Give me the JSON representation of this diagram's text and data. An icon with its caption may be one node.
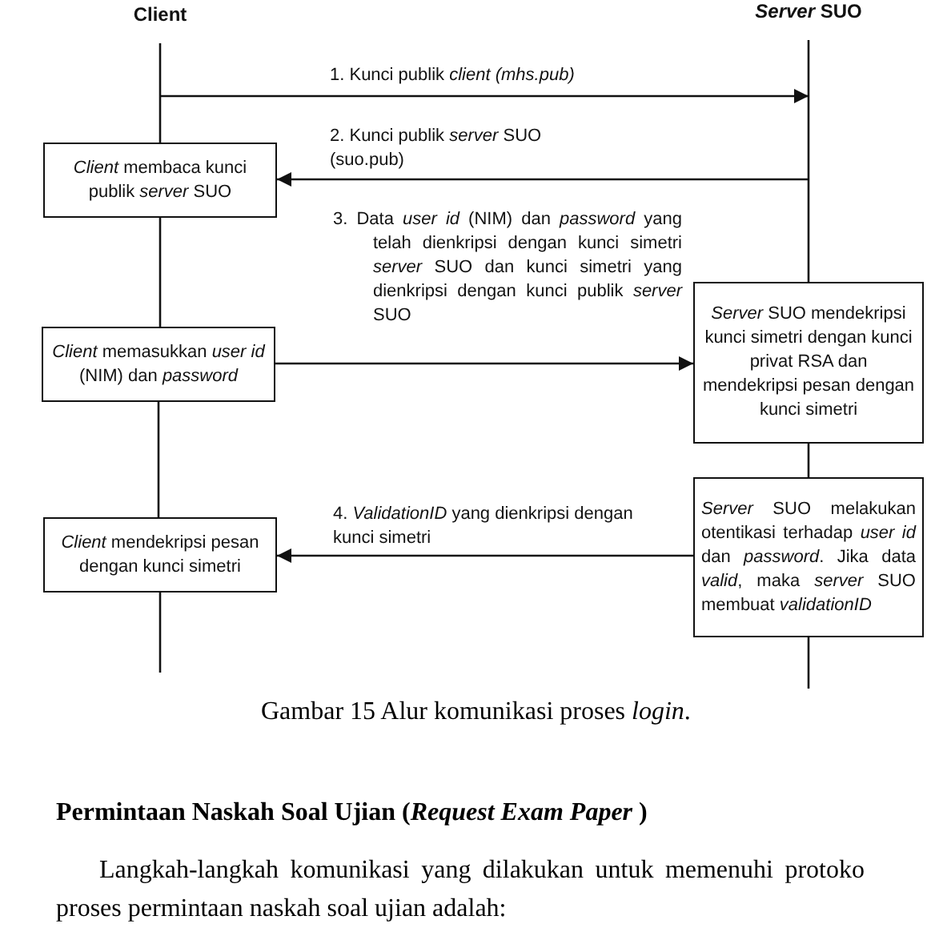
{
  "diagram": {
    "caption": "Gambar 15  Alur komunikasi proses *login*.",
    "nodes": [
      {
        "text": [
          "Client"
        ]
      },
      {
        "text": [
          "*Server* SUO"
        ]
      },
      {
        "text": [
          "*Client* membaca kunci publik *server* SUO"
        ]
      },
      {
        "text": [
          "*Client* memasukkan *user id* (NIM) dan *password*"
        ]
      },
      {
        "text": [
          "*Server* SUO mendekripsi kunci simetri dengan kunci privat RSA dan mendekripsi pesan dengan kunci simetri"
        ]
      },
      {
        "text": [
          "*Server* SUO melakukan otentikasi terhadap *user id* dan *password*. Jika data *valid*, maka *server* SUO membuat *validationID*"
        ]
      },
      {
        "text": [
          "*Client* mendekripsi pesan dengan kunci simetri"
        ]
      }
    ],
    "edges": [
      {
        "from": 0,
        "to": 1,
        "arrow": "to",
        "label": "1.  Kunci publik *client (mhs.pub)*"
      },
      {
        "from": 1,
        "to": 2,
        "arrow": "to",
        "label": "2.  Kunci publik *server* SUO (suo.pub)"
      },
      {
        "from": 3,
        "to": 4,
        "arrow": "to",
        "label": "3.  Data *user id* (NIM) dan *password* yang telah dienkripsi dengan kunci simetri *server* SUO dan kunci simetri yang dienkripsi dengan kunci publik *server* SUO"
      },
      {
        "from": 5,
        "to": 6,
        "arrow": "to",
        "label": "4.  *ValidationID* yang dienkripsi dengan kunci simetri"
      },
      {
        "from": 0,
        "to": 2,
        "arrow": "none"
      },
      {
        "from": 2,
        "to": 3,
        "arrow": "none"
      },
      {
        "from": 3,
        "to": 6,
        "arrow": "none"
      },
      {
        "from": 6,
        "to": null,
        "arrow": "none"
      },
      {
        "from": 1,
        "to": 4,
        "arrow": "none"
      },
      {
        "from": 4,
        "to": 5,
        "arrow": "none"
      },
      {
        "from": 5,
        "to": null,
        "arrow": "none"
      }
    ],
    "labels": [
      "Permintaan Naskah Soal Ujian (*Request Exam Paper* )",
      "Langkah-langkah komunikasi yang dilakukan untuk memenuhi protoko proses permintaan naskah soal ujian adalah:"
    ]
  }
}
